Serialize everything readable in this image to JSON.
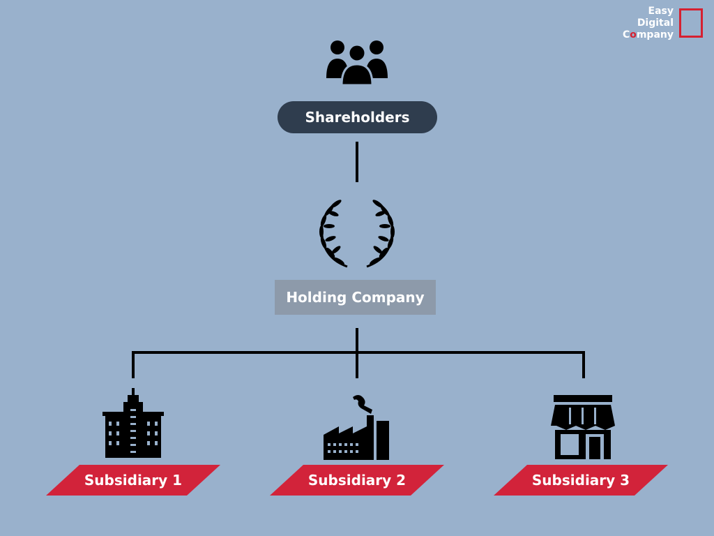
{
  "logo": {
    "line1": "Easy",
    "line2": "Digital",
    "line3_first": "C",
    "line3_co": "o",
    "line3_rest": "mpany"
  },
  "top": {
    "label": "Shareholders",
    "icon": "people-group-icon"
  },
  "middle": {
    "label": "Holding Company",
    "icon": "laurel-wreath-icon"
  },
  "subsidiaries": [
    {
      "label": "Subsidiary 1",
      "icon": "office-building-icon"
    },
    {
      "label": "Subsidiary 2",
      "icon": "factory-icon"
    },
    {
      "label": "Subsidiary 3",
      "icon": "storefront-icon"
    }
  ],
  "colors": {
    "background": "#99b1cc",
    "shareholders_box": "#2f3d4e",
    "holding_box": "#8d9aaa",
    "banner": "#d2233a",
    "logo_accent": "#d62030"
  }
}
